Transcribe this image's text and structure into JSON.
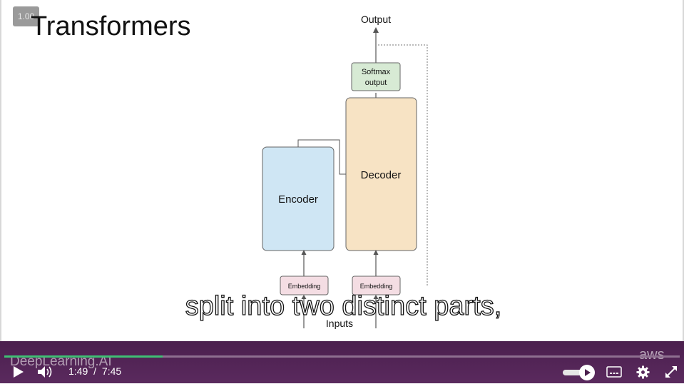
{
  "slide": {
    "speed_badge": "1.00",
    "title": "Transformers",
    "diagram": {
      "output_label": "Output",
      "softmax_label_line1": "Softmax",
      "softmax_label_line2": "output",
      "decoder_label": "Decoder",
      "encoder_label": "Encoder",
      "embedding_left": "Embedding",
      "embedding_right": "Embedding",
      "inputs_label": "Inputs"
    },
    "caption": "split into two distinct parts,"
  },
  "player": {
    "brand": "DeepLearning.AI",
    "sponsor": "aws",
    "current_time": "1:49",
    "time_separator": "/",
    "duration": "7:45",
    "progress_fraction": 0.234,
    "icons": {
      "play": "play-icon",
      "volume": "volume-icon",
      "speed": "playback-speed-slider",
      "captions": "captions-icon",
      "settings": "gear-icon",
      "fullscreen": "fullscreen-icon"
    },
    "colors": {
      "bar": "#5a2a5e",
      "progress": "#3fbf74"
    }
  },
  "colors": {
    "encoder_fill": "#cfe6f4",
    "decoder_fill": "#f7e3c4",
    "softmax_fill": "#d7ead4",
    "embedding_fill": "#f4dde3"
  }
}
